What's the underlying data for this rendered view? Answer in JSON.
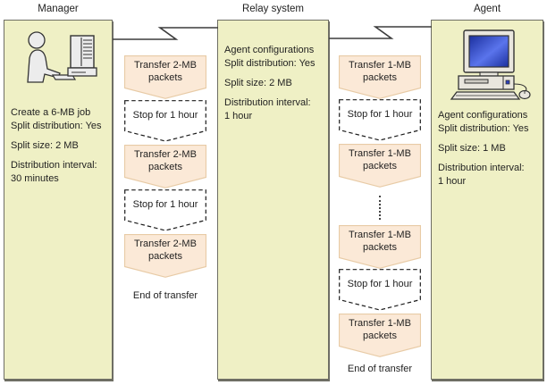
{
  "colors": {
    "lane_fill": "#eff0c5",
    "lane_border": "#6e6e64",
    "transfer_fill": "#fbe9d7",
    "transfer_border": "#e8cba6",
    "stop_fill": "#ffffff",
    "stop_border": "#1c1c1c",
    "connector": "#3c3c3c",
    "text": "#1f1f1f",
    "screen_blue_dark": "#1b2f9e",
    "screen_blue_light": "#5a74ec",
    "icon_gray": "#ececec",
    "icon_outline": "#333333"
  },
  "lanes": {
    "manager": {
      "title": "Manager",
      "icon": "operator-at-computer-icon",
      "body": [
        "Create a 6-MB job\nSplit distribution: Yes",
        "Split size: 2 MB",
        "Distribution interval:\n30 minutes"
      ]
    },
    "relay": {
      "title": "Relay system",
      "body": [
        "Agent configurations\nSplit distribution: Yes",
        "Split size: 2 MB",
        "Distribution interval:\n1 hour"
      ]
    },
    "agent": {
      "title": "Agent",
      "icon": "desktop-computer-icon",
      "body": [
        "Agent configurations\nSplit distribution: Yes",
        "Split size: 1 MB",
        "Distribution interval:\n1 hour"
      ]
    }
  },
  "flows": {
    "left": {
      "steps": [
        {
          "type": "transfer",
          "label": "Transfer 2-MB\npackets"
        },
        {
          "type": "stop",
          "label": "Stop for 1 hour"
        },
        {
          "type": "transfer",
          "label": "Transfer 2-MB\npackets"
        },
        {
          "type": "stop",
          "label": "Stop for 1 hour"
        },
        {
          "type": "transfer",
          "label": "Transfer 2-MB\npackets"
        }
      ],
      "end_label": "End of transfer"
    },
    "right": {
      "steps": [
        {
          "type": "transfer",
          "label": "Transfer 1-MB\npackets"
        },
        {
          "type": "stop",
          "label": "Stop for 1 hour"
        },
        {
          "type": "transfer",
          "label": "Transfer 1-MB\npackets"
        },
        {
          "type": "ellipsis",
          "label": ""
        },
        {
          "type": "transfer",
          "label": "Transfer 1-MB\npackets"
        },
        {
          "type": "stop",
          "label": "Stop for 1 hour"
        },
        {
          "type": "transfer",
          "label": "Transfer 1-MB\npackets"
        }
      ],
      "end_label": "End of transfer"
    }
  }
}
